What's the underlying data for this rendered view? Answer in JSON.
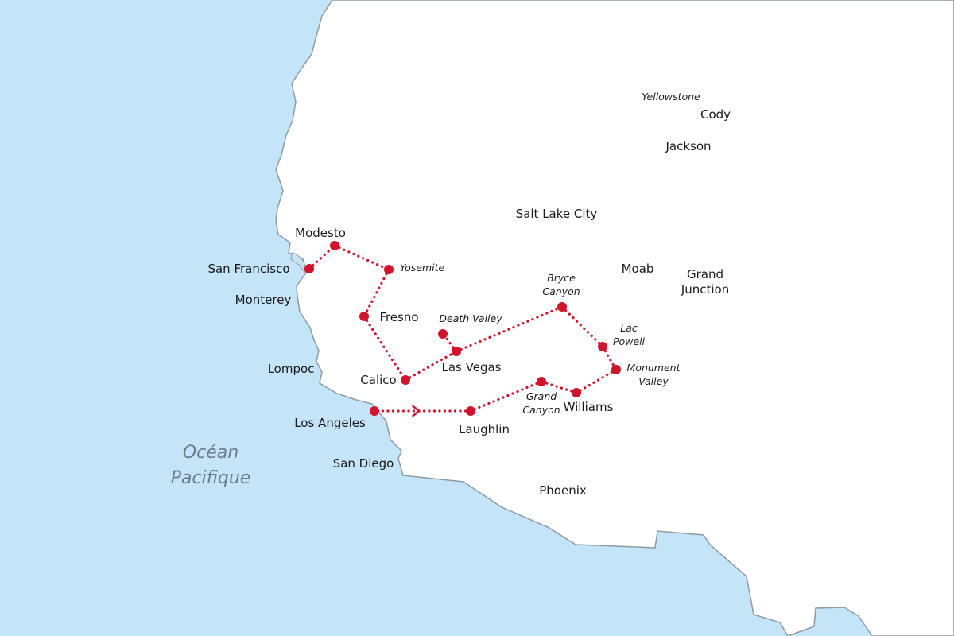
{
  "colors": {
    "ocean": "#c4e4f7",
    "land": "#ffffff",
    "coast": "#8e9aa3",
    "route": "#d0142c"
  },
  "ocean_label": [
    "Océan",
    "Pacifique"
  ],
  "cities": [
    {
      "id": "yellowstone",
      "lines": [
        "Yellowstone"
      ],
      "style": "park"
    },
    {
      "id": "cody",
      "lines": [
        "Cody"
      ],
      "style": "city"
    },
    {
      "id": "jackson",
      "lines": [
        "Jackson"
      ],
      "style": "city"
    },
    {
      "id": "salt-lake-city",
      "lines": [
        "Salt Lake City"
      ],
      "style": "city"
    },
    {
      "id": "modesto",
      "lines": [
        "Modesto"
      ],
      "style": "city"
    },
    {
      "id": "san-francisco",
      "lines": [
        "San Francisco"
      ],
      "style": "city"
    },
    {
      "id": "yosemite",
      "lines": [
        "Yosemite"
      ],
      "style": "park"
    },
    {
      "id": "monterey",
      "lines": [
        "Monterey"
      ],
      "style": "city"
    },
    {
      "id": "fresno",
      "lines": [
        "Fresno"
      ],
      "style": "city"
    },
    {
      "id": "death-valley",
      "lines": [
        "Death Valley"
      ],
      "style": "park"
    },
    {
      "id": "bryce-canyon",
      "lines": [
        "Bryce",
        "Canyon"
      ],
      "style": "park"
    },
    {
      "id": "moab",
      "lines": [
        "Moab"
      ],
      "style": "city"
    },
    {
      "id": "grand-junction",
      "lines": [
        "Grand",
        "Junction"
      ],
      "style": "city"
    },
    {
      "id": "lac-powell",
      "lines": [
        "Lac",
        "Powell"
      ],
      "style": "park"
    },
    {
      "id": "las-vegas",
      "lines": [
        "Las Vegas"
      ],
      "style": "city"
    },
    {
      "id": "lompoc",
      "lines": [
        "Lompoc"
      ],
      "style": "city"
    },
    {
      "id": "calico",
      "lines": [
        "Calico"
      ],
      "style": "city"
    },
    {
      "id": "monument-valley",
      "lines": [
        "Monument",
        "Valley"
      ],
      "style": "park"
    },
    {
      "id": "grand-canyon",
      "lines": [
        "Grand",
        "Canyon"
      ],
      "style": "park"
    },
    {
      "id": "williams",
      "lines": [
        "Williams"
      ],
      "style": "city"
    },
    {
      "id": "los-angeles",
      "lines": [
        "Los Angeles"
      ],
      "style": "city"
    },
    {
      "id": "laughlin",
      "lines": [
        "Laughlin"
      ],
      "style": "city"
    },
    {
      "id": "san-diego",
      "lines": [
        "San Diego"
      ],
      "style": "city"
    },
    {
      "id": "phoenix",
      "lines": [
        "Phoenix"
      ],
      "style": "city"
    }
  ],
  "route": {
    "loop_order": [
      "san-francisco",
      "modesto",
      "yosemite",
      "fresno",
      "calico",
      "las-vegas",
      "bryce-canyon",
      "lac-powell",
      "monument-valley",
      "williams",
      "grand-canyon",
      "laughlin",
      "los-angeles"
    ],
    "detours": [
      [
        "las-vegas",
        "death-valley"
      ]
    ],
    "direction_arrow": [
      "los-angeles",
      "laughlin"
    ]
  }
}
